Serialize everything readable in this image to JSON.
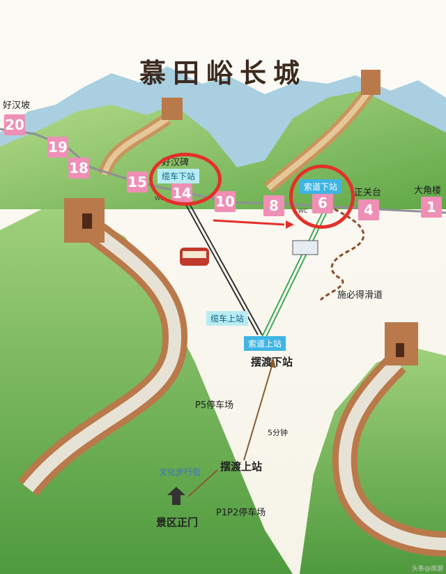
{
  "title": "慕田峪长城",
  "stations": [
    {
      "num": "20",
      "name": "好汉坡"
    },
    {
      "num": "19"
    },
    {
      "num": "18"
    },
    {
      "num": "15"
    },
    {
      "num": "14",
      "name": "好汉碑"
    },
    {
      "num": "10"
    },
    {
      "num": "8"
    },
    {
      "num": "6"
    },
    {
      "num": "4",
      "name": "正关台"
    },
    {
      "num": "1",
      "name": "大角楼"
    }
  ],
  "wc_label": "WC",
  "cable_car": {
    "top": "缆车下站",
    "bottom": "缆车上站"
  },
  "chairlift": {
    "top": "索道下站",
    "bottom": "索道上站"
  },
  "slide": "施必得滑道",
  "shuttle": {
    "top": "摆渡下站",
    "bottom": "摆渡上站",
    "time": "5分钟"
  },
  "parking": {
    "p5": "P5停车场",
    "p1p2": "P1P2停车场"
  },
  "culture_street": "文化步行街",
  "main_gate": "景区正门",
  "watermark": "头条@旅游",
  "colors": {
    "highlight_ring": "#e4302a",
    "station_badge": "#ef8fb5",
    "cable_box": "#b8ecf3",
    "chair_box": "#3fb5e3"
  }
}
